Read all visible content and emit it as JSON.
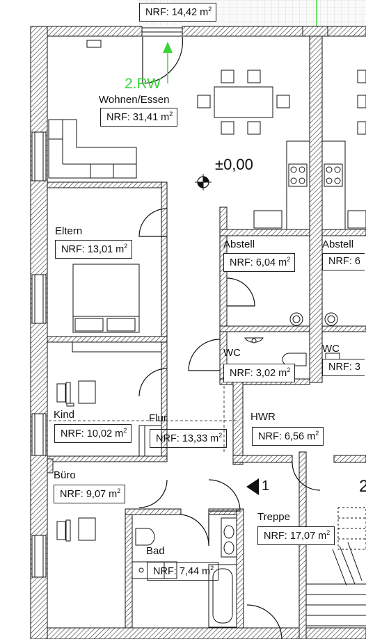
{
  "floorplan": {
    "level": "±0,00",
    "escape_route": "2.RW",
    "marker_1": "1",
    "marker_2": "2",
    "area_unit_sup": "2",
    "rooms": [
      {
        "key": "terrasse",
        "name": "",
        "area": "NRF: 14,42 m"
      },
      {
        "key": "wohnen",
        "name": "Wohnen/Essen",
        "area": "NRF: 31,41 m"
      },
      {
        "key": "eltern",
        "name": "Eltern",
        "area": "NRF: 13,01 m"
      },
      {
        "key": "abstell1",
        "name": "Abstell",
        "area": "NRF: 6,04 m"
      },
      {
        "key": "abstell2",
        "name": "Abstell",
        "area": "NRF: 6"
      },
      {
        "key": "wc1",
        "name": "WC",
        "area": "NRF: 3,02 m"
      },
      {
        "key": "wc2",
        "name": "WC",
        "area": "NRF: 3"
      },
      {
        "key": "kind",
        "name": "Kind",
        "area": "NRF: 10,02 m"
      },
      {
        "key": "flur",
        "name": "Flur",
        "area": "NRF: 13,33 m"
      },
      {
        "key": "hwr",
        "name": "HWR",
        "area": "NRF: 6,56 m"
      },
      {
        "key": "buero",
        "name": "Büro",
        "area": "NRF: 9,07 m"
      },
      {
        "key": "treppe",
        "name": "Treppe",
        "area": "NRF: 17,07 m"
      },
      {
        "key": "bad",
        "name": "Bad",
        "area": "NRF: 7,44 m"
      }
    ]
  }
}
